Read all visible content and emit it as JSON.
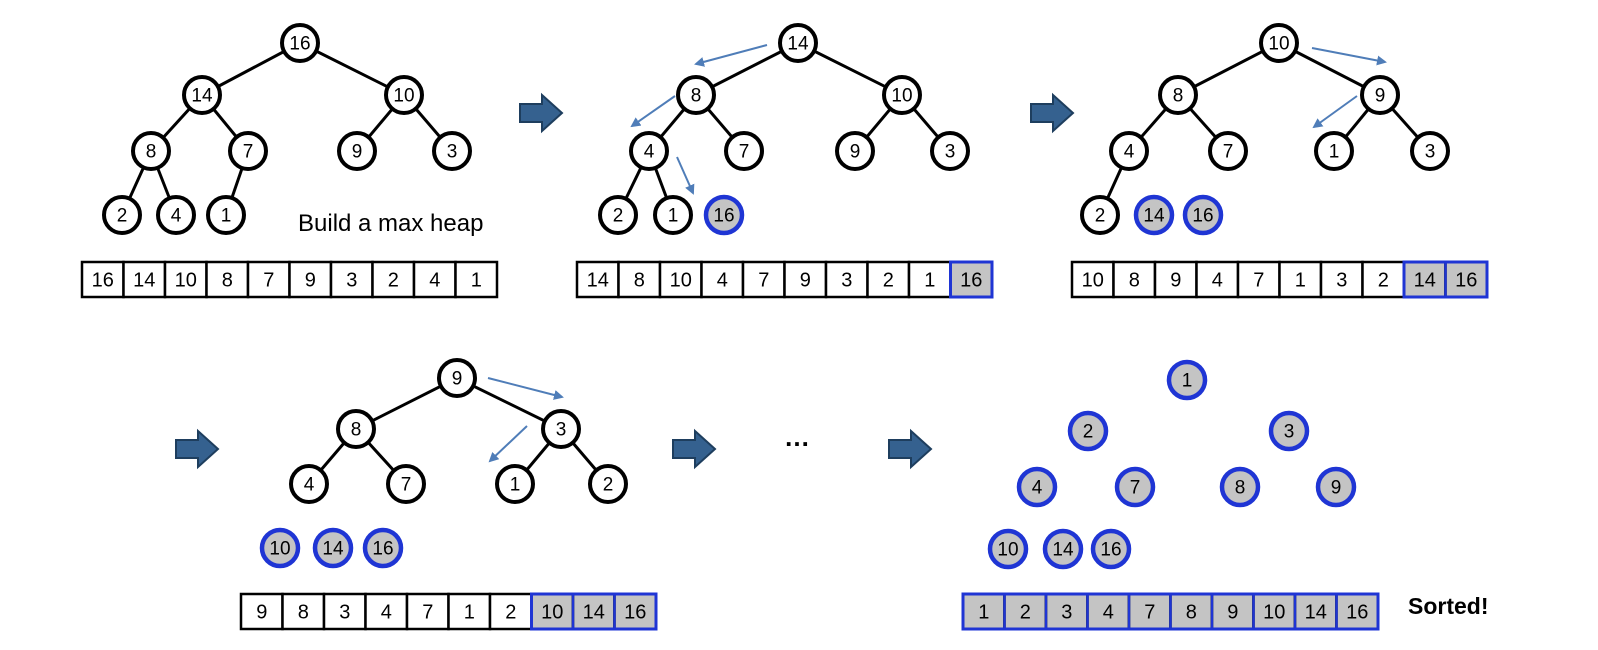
{
  "caption": "Build a max heap",
  "ellipsis": "…",
  "sorted_caption": "Sorted!",
  "colors": {
    "sorted_node_border": "#1f35d4",
    "sorted_fill": "#c4c4c4",
    "move_arrow": "#4f7db8",
    "step_arrow": "#35618f"
  },
  "icons": {
    "step_arrow": "right-block-arrow-icon",
    "swap_arrow": "thin-arrow-icon"
  },
  "stages": [
    {
      "tree": [
        "16",
        "14",
        "10",
        "8",
        "7",
        "9",
        "3",
        "2",
        "4",
        "1"
      ],
      "removed": [],
      "array": [
        "16",
        "14",
        "10",
        "8",
        "7",
        "9",
        "3",
        "2",
        "4",
        "1"
      ],
      "sorted_from": 10
    },
    {
      "tree": [
        "14",
        "8",
        "10",
        "4",
        "7",
        "9",
        "3",
        "2",
        "1"
      ],
      "removed": [
        "16"
      ],
      "array": [
        "14",
        "8",
        "10",
        "4",
        "7",
        "9",
        "3",
        "2",
        "1",
        "16"
      ],
      "sorted_from": 9
    },
    {
      "tree": [
        "10",
        "8",
        "9",
        "4",
        "7",
        "1",
        "3",
        "2"
      ],
      "removed": [
        "14",
        "16"
      ],
      "array": [
        "10",
        "8",
        "9",
        "4",
        "7",
        "1",
        "3",
        "2",
        "14",
        "16"
      ],
      "sorted_from": 8
    },
    {
      "tree": [
        "9",
        "8",
        "3",
        "4",
        "7",
        "1",
        "2"
      ],
      "removed": [
        "10",
        "14",
        "16"
      ],
      "array": [
        "9",
        "8",
        "3",
        "4",
        "7",
        "1",
        "2",
        "10",
        "14",
        "16"
      ],
      "sorted_from": 7
    },
    {
      "tree": [
        "1",
        "2",
        "3",
        "4",
        "7",
        "8",
        "9"
      ],
      "removed": [
        "10",
        "14",
        "16"
      ],
      "array": [
        "1",
        "2",
        "3",
        "4",
        "7",
        "8",
        "9",
        "10",
        "14",
        "16"
      ],
      "sorted_from": 0
    }
  ]
}
